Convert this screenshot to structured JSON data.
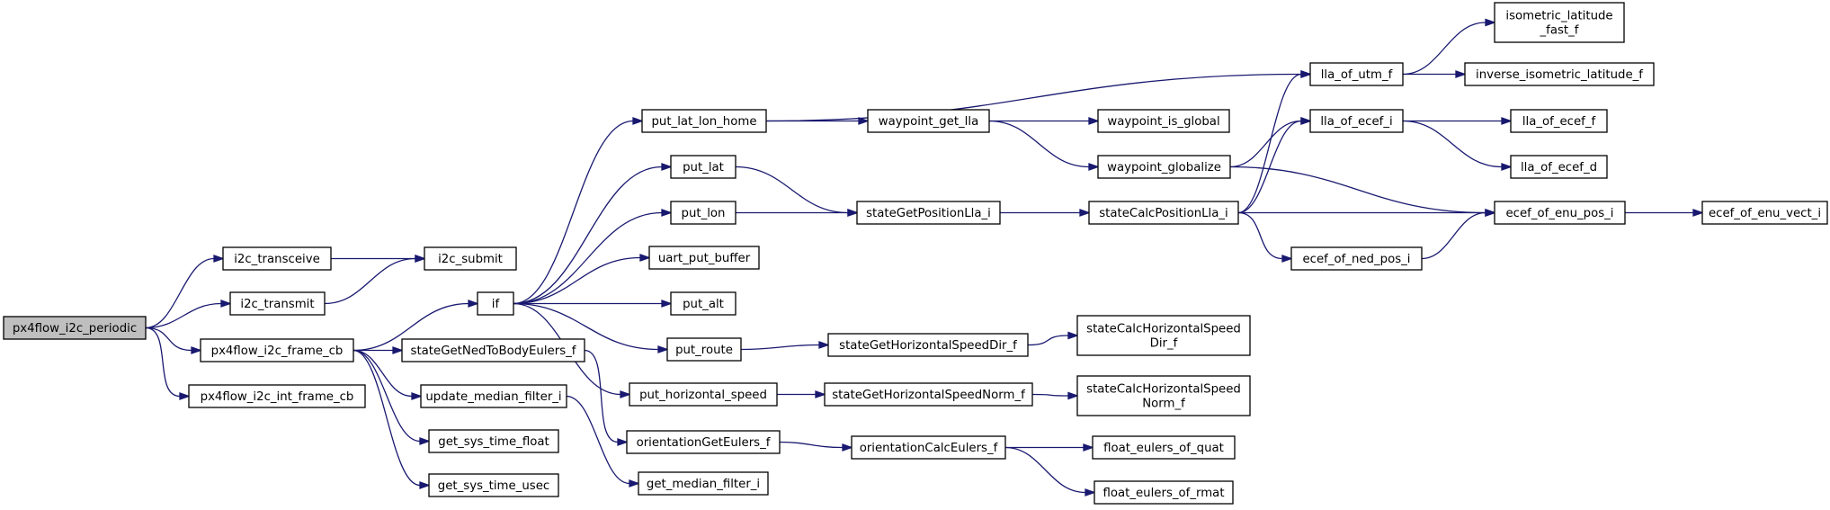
{
  "graph": {
    "nodes": {
      "root": {
        "lines": [
          "px4flow_i2c_periodic"
        ]
      },
      "i2c_transceive": {
        "lines": [
          "i2c_transceive"
        ]
      },
      "i2c_transmit": {
        "lines": [
          "i2c_transmit"
        ]
      },
      "i2c_submit": {
        "lines": [
          "i2c_submit"
        ]
      },
      "frame_cb": {
        "lines": [
          "px4flow_i2c_frame_cb"
        ]
      },
      "int_frame_cb": {
        "lines": [
          "px4flow_i2c_int_frame_cb"
        ]
      },
      "if": {
        "lines": [
          "if"
        ]
      },
      "stateGetNedToBodyEulers_f": {
        "lines": [
          "stateGetNedToBodyEulers_f"
        ]
      },
      "update_median_filter_i": {
        "lines": [
          "update_median_filter_i"
        ]
      },
      "get_sys_time_float": {
        "lines": [
          "get_sys_time_float"
        ]
      },
      "get_sys_time_usec": {
        "lines": [
          "get_sys_time_usec"
        ]
      },
      "put_lat_lon_home": {
        "lines": [
          "put_lat_lon_home"
        ]
      },
      "put_lat": {
        "lines": [
          "put_lat"
        ]
      },
      "put_lon": {
        "lines": [
          "put_lon"
        ]
      },
      "uart_put_buffer": {
        "lines": [
          "uart_put_buffer"
        ]
      },
      "put_alt": {
        "lines": [
          "put_alt"
        ]
      },
      "put_route": {
        "lines": [
          "put_route"
        ]
      },
      "put_horizontal_speed": {
        "lines": [
          "put_horizontal_speed"
        ]
      },
      "orientationGetEulers_f": {
        "lines": [
          "orientationGetEulers_f"
        ]
      },
      "get_median_filter_i": {
        "lines": [
          "get_median_filter_i"
        ]
      },
      "waypoint_get_lla": {
        "lines": [
          "waypoint_get_lla"
        ]
      },
      "stateGetPositionLla_i": {
        "lines": [
          "stateGetPositionLla_i"
        ]
      },
      "stateGetHorizontalSpeedDir_f": {
        "lines": [
          "stateGetHorizontalSpeedDir_f"
        ]
      },
      "stateGetHorizontalSpeedNorm_f": {
        "lines": [
          "stateGetHorizontalSpeedNorm_f"
        ]
      },
      "orientationCalcEulers_f": {
        "lines": [
          "orientationCalcEulers_f"
        ]
      },
      "waypoint_is_global": {
        "lines": [
          "waypoint_is_global"
        ]
      },
      "waypoint_globalize": {
        "lines": [
          "waypoint_globalize"
        ]
      },
      "stateCalcPositionLla_i": {
        "lines": [
          "stateCalcPositionLla_i"
        ]
      },
      "stateCalcHorizontalSpeedDir_f": {
        "lines": [
          "stateCalcHorizontalSpeed",
          "Dir_f"
        ]
      },
      "stateCalcHorizontalSpeedNorm_f": {
        "lines": [
          "stateCalcHorizontalSpeed",
          "Norm_f"
        ]
      },
      "float_eulers_of_quat": {
        "lines": [
          "float_eulers_of_quat"
        ]
      },
      "float_eulers_of_rmat": {
        "lines": [
          "float_eulers_of_rmat"
        ]
      },
      "lla_of_utm_f": {
        "lines": [
          "lla_of_utm_f"
        ]
      },
      "lla_of_ecef_i": {
        "lines": [
          "lla_of_ecef_i"
        ]
      },
      "ecef_of_ned_pos_i": {
        "lines": [
          "ecef_of_ned_pos_i"
        ]
      },
      "ecef_of_enu_pos_i": {
        "lines": [
          "ecef_of_enu_pos_i"
        ]
      },
      "isometric_latitude_fast_f": {
        "lines": [
          "isometric_latitude",
          "_fast_f"
        ]
      },
      "inverse_isometric_latitude_f": {
        "lines": [
          "inverse_isometric_latitude_f"
        ]
      },
      "lla_of_ecef_f": {
        "lines": [
          "lla_of_ecef_f"
        ]
      },
      "lla_of_ecef_d": {
        "lines": [
          "lla_of_ecef_d"
        ]
      },
      "ecef_of_enu_vect_i": {
        "lines": [
          "ecef_of_enu_vect_i"
        ]
      }
    },
    "edges": [
      [
        "root",
        "i2c_transceive"
      ],
      [
        "root",
        "i2c_transmit"
      ],
      [
        "root",
        "frame_cb"
      ],
      [
        "root",
        "int_frame_cb"
      ],
      [
        "i2c_transceive",
        "i2c_submit"
      ],
      [
        "i2c_transmit",
        "i2c_submit"
      ],
      [
        "frame_cb",
        "if"
      ],
      [
        "frame_cb",
        "stateGetNedToBodyEulers_f"
      ],
      [
        "frame_cb",
        "update_median_filter_i"
      ],
      [
        "frame_cb",
        "get_sys_time_float"
      ],
      [
        "frame_cb",
        "get_sys_time_usec"
      ],
      [
        "if",
        "put_lat_lon_home"
      ],
      [
        "if",
        "put_lat"
      ],
      [
        "if",
        "put_lon"
      ],
      [
        "if",
        "uart_put_buffer"
      ],
      [
        "if",
        "put_alt"
      ],
      [
        "if",
        "put_route"
      ],
      [
        "if",
        "put_horizontal_speed"
      ],
      [
        "stateGetNedToBodyEulers_f",
        "orientationGetEulers_f"
      ],
      [
        "update_median_filter_i",
        "get_median_filter_i"
      ],
      [
        "put_lat_lon_home",
        "lla_of_utm_f"
      ],
      [
        "put_lat_lon_home",
        "waypoint_get_lla"
      ],
      [
        "put_lat",
        "stateGetPositionLla_i"
      ],
      [
        "put_lon",
        "stateGetPositionLla_i"
      ],
      [
        "put_route",
        "stateGetHorizontalSpeedDir_f"
      ],
      [
        "put_horizontal_speed",
        "stateGetHorizontalSpeedNorm_f"
      ],
      [
        "orientationGetEulers_f",
        "orientationCalcEulers_f"
      ],
      [
        "waypoint_get_lla",
        "waypoint_is_global"
      ],
      [
        "waypoint_get_lla",
        "waypoint_globalize"
      ],
      [
        "stateGetPositionLla_i",
        "stateCalcPositionLla_i"
      ],
      [
        "stateGetHorizontalSpeedDir_f",
        "stateCalcHorizontalSpeedDir_f"
      ],
      [
        "stateGetHorizontalSpeedNorm_f",
        "stateCalcHorizontalSpeedNorm_f"
      ],
      [
        "orientationCalcEulers_f",
        "float_eulers_of_quat"
      ],
      [
        "orientationCalcEulers_f",
        "float_eulers_of_rmat"
      ],
      [
        "waypoint_globalize",
        "lla_of_ecef_i"
      ],
      [
        "waypoint_globalize",
        "ecef_of_enu_pos_i"
      ],
      [
        "stateCalcPositionLla_i",
        "lla_of_utm_f"
      ],
      [
        "stateCalcPositionLla_i",
        "lla_of_ecef_i"
      ],
      [
        "stateCalcPositionLla_i",
        "ecef_of_ned_pos_i"
      ],
      [
        "stateCalcPositionLla_i",
        "ecef_of_enu_pos_i"
      ],
      [
        "lla_of_utm_f",
        "isometric_latitude_fast_f"
      ],
      [
        "lla_of_utm_f",
        "inverse_isometric_latitude_f"
      ],
      [
        "lla_of_ecef_i",
        "lla_of_ecef_f"
      ],
      [
        "lla_of_ecef_i",
        "lla_of_ecef_d"
      ],
      [
        "ecef_of_ned_pos_i",
        "ecef_of_enu_pos_i"
      ],
      [
        "ecef_of_enu_pos_i",
        "ecef_of_enu_vect_i"
      ]
    ]
  }
}
